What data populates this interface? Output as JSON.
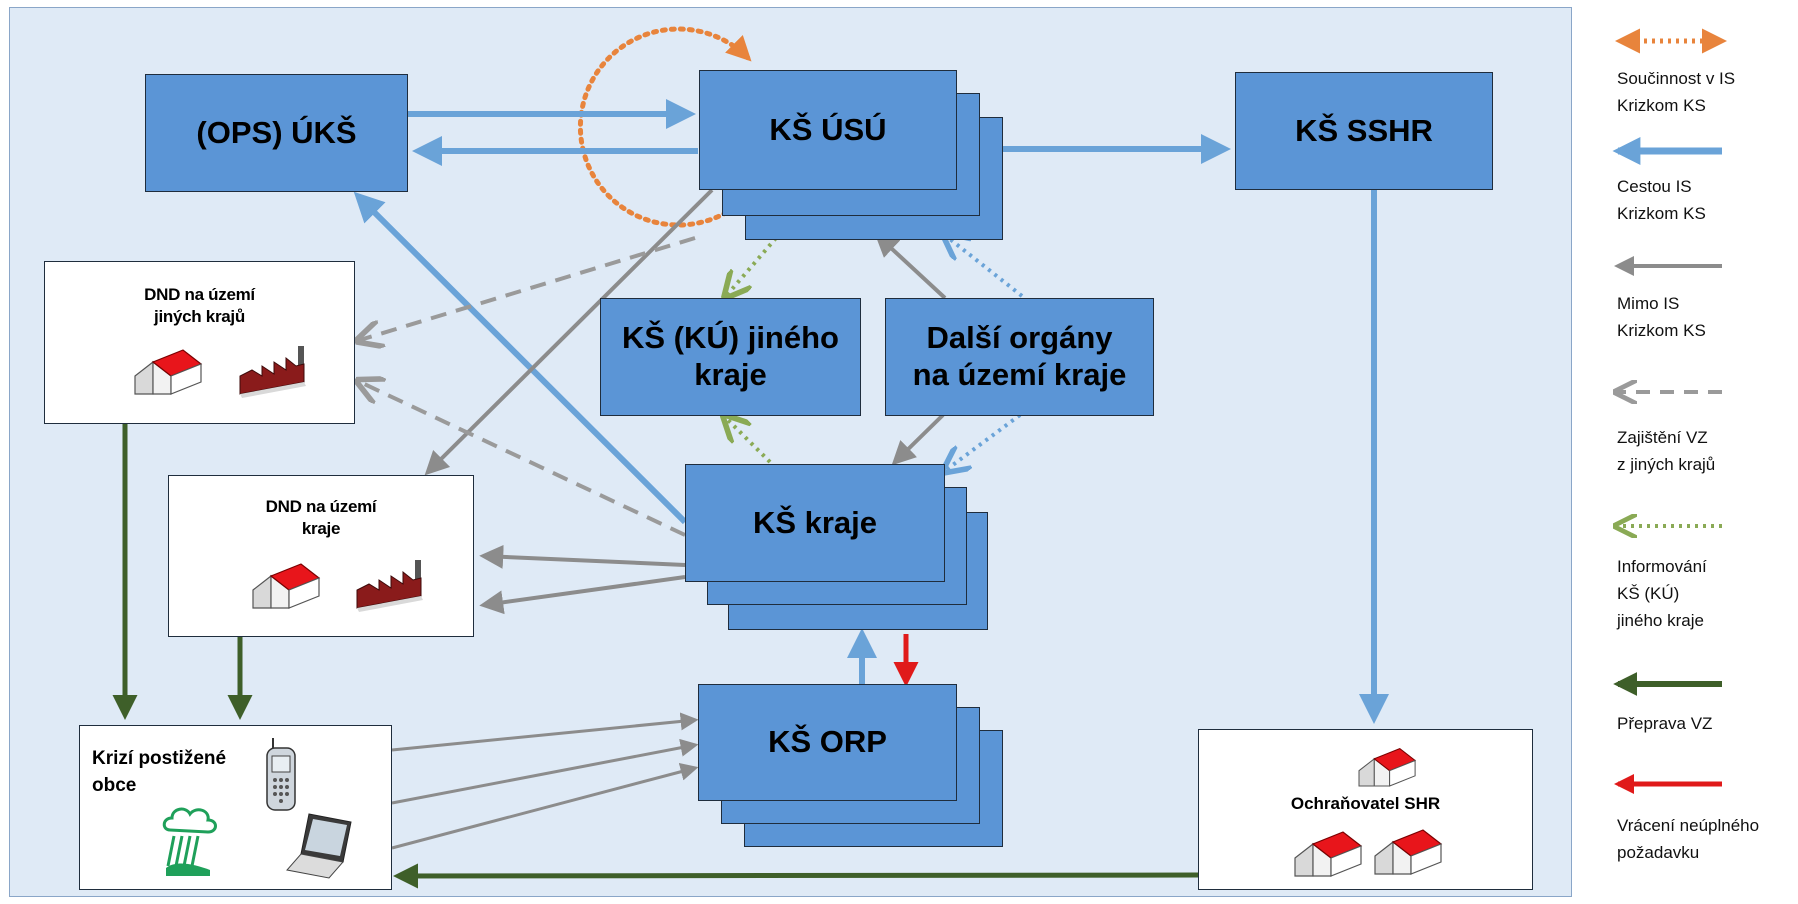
{
  "nodes": {
    "ops_uks": "(OPS) ÚKŠ",
    "ks_usu": "KŠ ÚSÚ",
    "ks_sshr": "KŠ SSHR",
    "dnd_jinych_line1": "DND na území",
    "dnd_jinych_line2": "jiných krajů",
    "ks_ku_jineho_line1": "KŠ (KÚ) jiného",
    "ks_ku_jineho_line2": "kraje",
    "dalsi_organy_line1": "Další orgány",
    "dalsi_organy_line2": "na území kraje",
    "dnd_kraje_line1": "DND na území",
    "dnd_kraje_line2": "kraje",
    "ks_kraje": "KŠ kraje",
    "ks_orp": "KŠ ORP",
    "krizi_line1": "Krizí postižené",
    "krizi_line2": "obce",
    "ochranovatel": "Ochraňovatel SHR"
  },
  "legend": [
    {
      "text": "Součinnost v IS\nKrizkom KS",
      "color": "#e8843c",
      "style": "dotted"
    },
    {
      "text": "Cestou IS\nKrizkom KS",
      "color": "#6aa3d8",
      "style": "solid"
    },
    {
      "text": "Mimo IS\nKrizkom KS",
      "color": "#8c8c8c",
      "style": "solid"
    },
    {
      "text": "Zajištění VZ\nz jiných krajů",
      "color": "#9a9a9a",
      "style": "dashed"
    },
    {
      "text": "Informování\nKŠ (KÚ)\njiného kraje",
      "color": "#8aaa55",
      "style": "dotted"
    },
    {
      "text": "Přeprava VZ",
      "color": "#3e5f29",
      "style": "solid"
    },
    {
      "text": "Vrácení neúplného\npožadavku",
      "color": "#e01a1a",
      "style": "solid"
    }
  ],
  "colors": {
    "panel": "#dfeaf6",
    "box": "#5b95d6",
    "roof": "#e8151b",
    "factory": "#8a1b1b",
    "storm": "#1fa05a"
  }
}
